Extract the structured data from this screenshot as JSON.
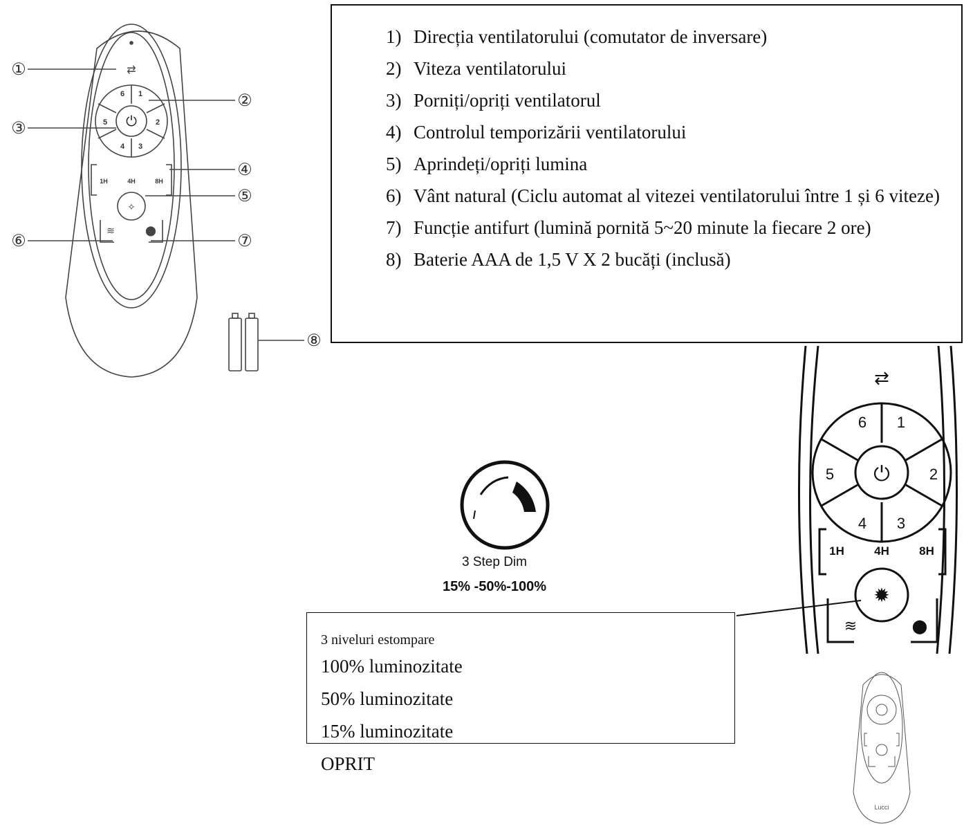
{
  "legend": {
    "items": [
      {
        "num": "1)",
        "text": "Direcția ventilatorului (comutator de inversare)"
      },
      {
        "num": "2)",
        "text": "Viteza ventilatorului"
      },
      {
        "num": "3)",
        "text": "Porniți/opriți ventilatorul"
      },
      {
        "num": "4)",
        "text": "Controlul temporizării ventilatorului"
      },
      {
        "num": "5)",
        "text": "Aprindeți/opriți lumina"
      },
      {
        "num": "6)",
        "text": "Vânt natural (Ciclu automat al vitezei ventilatorului între 1 și 6 viteze)"
      },
      {
        "num": "7)",
        "text": "Funcție antifurt (lumină pornită 5~20 minute la fiecare 2 ore)"
      },
      {
        "num": "8)",
        "text": "Baterie AAA de 1,5 V X 2 bucăți (inclusă)"
      }
    ]
  },
  "remote": {
    "callouts": [
      "①",
      "②",
      "③",
      "④",
      "⑤",
      "⑥",
      "⑦",
      "⑧"
    ],
    "speed_labels": [
      "1",
      "2",
      "3",
      "4",
      "5",
      "6"
    ],
    "timer_labels": [
      "1H",
      "4H",
      "8H"
    ],
    "brand": "Lucci"
  },
  "dim_icon": {
    "caption_line1": "3 Step Dim",
    "caption_line2": "15% -50%-100%"
  },
  "dim_box": {
    "title": "3 niveluri estompare",
    "levels": [
      "100% luminozitate",
      "50% luminozitate",
      "15% luminozitate",
      "OPRIT"
    ]
  }
}
